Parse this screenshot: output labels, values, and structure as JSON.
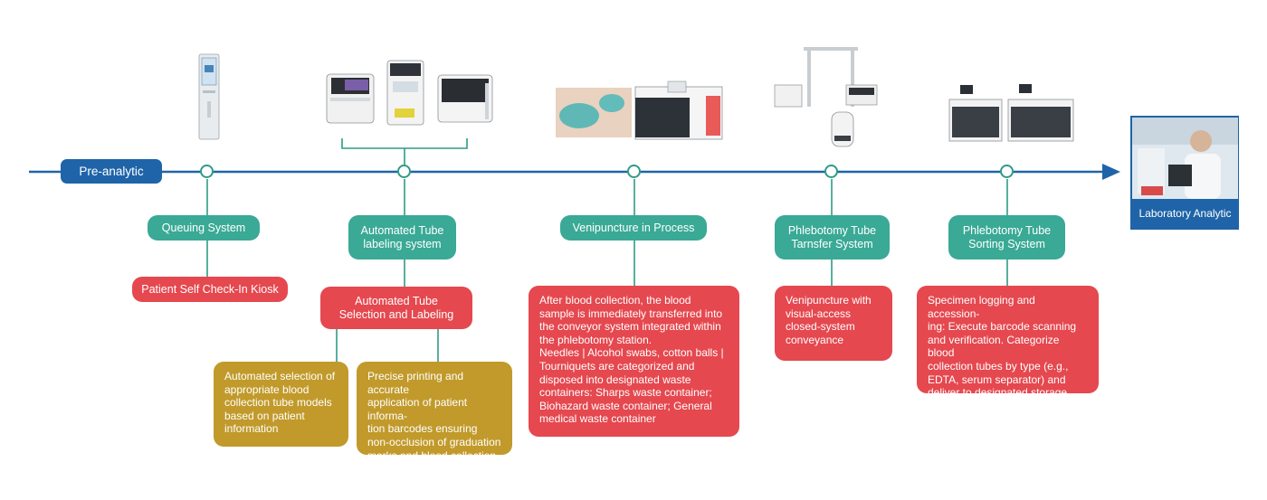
{
  "colors": {
    "timeline": "#1f64a8",
    "teal": "#3aa996",
    "red": "#e5484f",
    "gold": "#c19a2b"
  },
  "timeline": {
    "start_label": "Pre-analytic",
    "end_label": "Laboratory Analytic"
  },
  "stages": [
    {
      "title": "Queuing System",
      "details": [
        "Patient Self Check-In Kiosk"
      ],
      "equipment_icon": "kiosk-icon"
    },
    {
      "title": "Automated Tube\nlabeling system",
      "details": [
        "Automated Tube\nSelection and Labeling"
      ],
      "sub_details": [
        "Automated selection of\nappropriate blood\ncollection tube models\nbased on patient\ninformation",
        "Precise printing and accurate\napplication of patient informa-\ntion barcodes ensuring\nnon-occlusion of graduation\nmarks and blood collection\nwindows on specimen tubes"
      ],
      "equipment_icon": "tube-labeling-machines-icon"
    },
    {
      "title": "Venipuncture in Process",
      "details": [
        "After blood collection, the blood\nsample is immediately transferred into\nthe conveyor system integrated within\nthe phlebotomy station.\nNeedles | Alcohol swabs, cotton balls |\nTourniquets are categorized and\ndisposed into designated waste\ncontainers: Sharps waste container;\nBiohazard waste container; General\nmedical waste container"
      ],
      "equipment_icon": "phlebotomy-station-icon"
    },
    {
      "title": "Phlebotomy Tube\nTarnsfer System",
      "details": [
        "Venipuncture with\nvisual-access\nclosed-system\nconveyance"
      ],
      "equipment_icon": "tube-transfer-robot-icon"
    },
    {
      "title": "Phlebotomy Tube\nSorting System",
      "details": [
        "Specimen logging and accession-\ning: Execute barcode scanning\nand verification. Categorize blood\ncollection tubes by type (e.g.,\nEDTA, serum separator) and\ndeliver to designated storage bins"
      ],
      "equipment_icon": "tube-sorting-machines-icon"
    }
  ]
}
